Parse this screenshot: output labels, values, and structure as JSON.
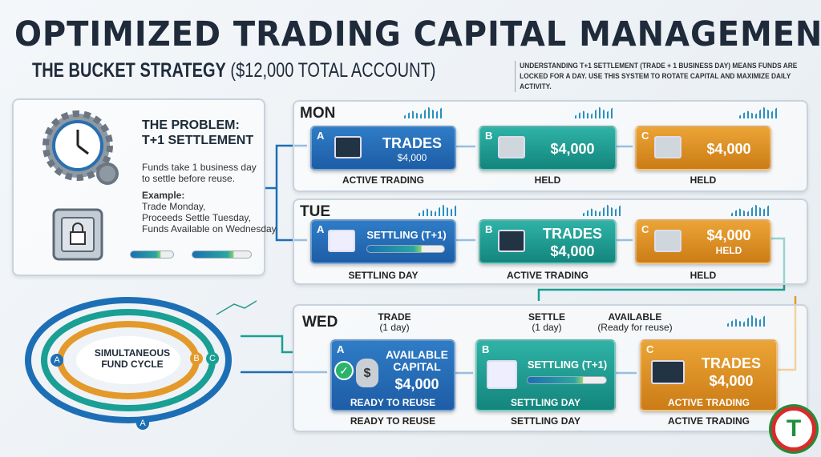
{
  "title": "OPTIMIZED TRADING CAPITAL MANAGEMENT",
  "subtitle_bold": "THE BUCKET STRATEGY",
  "subtitle_rest": "($12,000 TOTAL ACCOUNT)",
  "note": "UNDERSTANDING T+1 SETTLEMENT (TRADE + 1 BUSINESS DAY) MEANS FUNDS ARE LOCKED FOR A DAY. USE THIS SYSTEM TO ROTATE CAPITAL AND MAXIMIZE DAILY ACTIVITY.",
  "problem": {
    "heading1": "THE PROBLEM:",
    "heading2": "T+1 SETTLEMENT",
    "text": "Funds take 1 business day to settle before reuse.",
    "example_label": "Example:",
    "example_lines": [
      "Trade Monday,",
      "Proceeds Settle Tuesday,",
      "Funds Available on Wednesday"
    ]
  },
  "cycle": {
    "label1": "SIMULTANEOUS",
    "label2": "FUND CYCLE",
    "letters": [
      "A",
      "B",
      "C",
      "A"
    ]
  },
  "days": [
    {
      "name": "MON",
      "cards": [
        {
          "letter": "A",
          "title": "TRADES",
          "amount": "$4,000",
          "caption": "ACTIVE TRADING"
        },
        {
          "letter": "B",
          "amount": "$4,000",
          "caption": "HELD"
        },
        {
          "letter": "C",
          "amount": "$4,000",
          "caption": "HELD"
        }
      ]
    },
    {
      "name": "TUE",
      "cards": [
        {
          "letter": "A",
          "title": "SETTLING (T+1)",
          "caption": "SETTLING DAY"
        },
        {
          "letter": "B",
          "title": "TRADES",
          "amount": "$4,000",
          "caption": "ACTIVE TRADING"
        },
        {
          "letter": "C",
          "amount": "$4,000",
          "sub": "HELD",
          "caption": "HELD"
        }
      ]
    },
    {
      "name": "WED",
      "headers": [
        {
          "t": "TRADE",
          "s": "(1 day)"
        },
        {
          "t": "SETTLE",
          "s": "(1 day)"
        },
        {
          "t": "AVAILABLE",
          "s": "(Ready for reuse)"
        }
      ],
      "cards": [
        {
          "letter": "A",
          "title1": "AVAILABLE",
          "title2": "CAPITAL",
          "amount": "$4,000",
          "sub": "READY TO REUSE",
          "caption": "READY TO REUSE"
        },
        {
          "letter": "B",
          "title": "SETTLING (T+1)",
          "sub": "SETTLING DAY",
          "caption": "SETTLING DAY"
        },
        {
          "letter": "C",
          "title": "TRADES",
          "amount": "$4,000",
          "sub": "ACTIVE TRADING",
          "caption": "ACTIVE TRADING"
        }
      ]
    }
  ],
  "colors": {
    "A": "#1d5da6",
    "B": "#13857d",
    "C": "#cc7c16",
    "title": "#1f2b3a"
  },
  "logo": {
    "letter": "T"
  }
}
